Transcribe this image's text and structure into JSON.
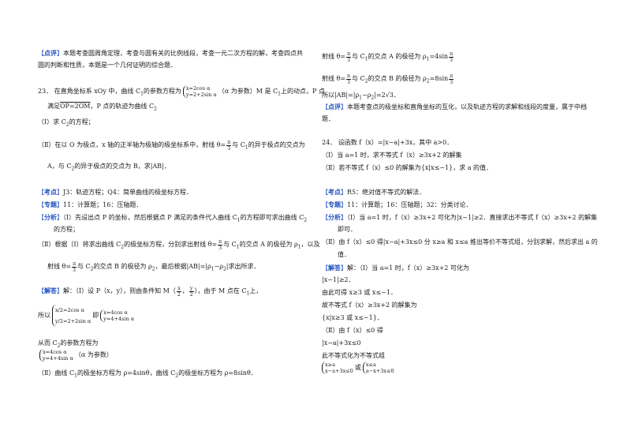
{
  "left": {
    "review_tag": "点评",
    "review_text": "本题考查圆周角定理，考查与圆有关的比例线段，考查一元二次方程的解，考查四点共",
    "review_text2": "圆的判断和性质，本题是一个几何证明的综合题．",
    "q23_text1": "23．  在直角坐标系 xOy 中，曲线 C",
    "q23_sub1": "1",
    "q23_text1b": "的参数方程为",
    "q23_sys1": [
      "x=2cos α",
      "y=2+2sin α"
    ],
    "q23_text1c": "（α 为参数）M 是 C",
    "q23_text1d": "上的动点，P 点",
    "q23_text2a": "满足",
    "q23_vec": "OP=2OM",
    "q23_text2b": "，P 点的轨迹为曲线 C",
    "q23_text2sub": "2",
    "q23_p1": "（Ⅰ）求 C",
    "q23_p1b": "的方程；",
    "q23_p2a": "（Ⅱ）在以 O 为极点，x 轴的正半轴为极轴的极坐标系中，射线 θ=",
    "q23_p2b": "与 C",
    "q23_p2c": "的异于极点的交点为",
    "q23_p3": "A，与 C",
    "q23_p3b": "的异于极点的交点为 B，求|AB|．",
    "kd_tag": "考点",
    "kd_text": "J3：轨迹方程；Q4：简单曲线的极坐标方程．",
    "zt_tag": "专题",
    "zt_text": "11：计算题；16：压轴题．",
    "fx_tag": "分析",
    "fx_text1": "（Ⅰ）先设出点 P 的坐标，然后根据点 P 满足的条件代入曲线 C",
    "fx_text1b": "的方程即可求出曲线 C",
    "fx_text2": "的方程；",
    "fx_text3a": "（Ⅱ）根据（Ⅰ）将求出曲线 C",
    "fx_text3b": "的极坐标方程，分别求出射线 θ=",
    "fx_text3c": "与 C",
    "fx_text3d": "的交点 A 的极径为 ρ",
    "fx_text3e": "，以及",
    "fx_text4a": "射线 θ=",
    "fx_text4b": "与 C",
    "fx_text4c": "的交点 B 的极径为 ρ",
    "fx_text4d": "，最后根据|AB|=|ρ",
    "fx_text4e": "−ρ",
    "fx_text4f": "|求出所求．",
    "jd_tag": "解答",
    "jd_text1a": "解：（Ⅰ）设 P（x，y），则由条件知 M（",
    "jd_text1b": "，",
    "jd_text1c": "），由于 M 点在 C",
    "jd_text1d": "上，",
    "jd_so": "所以",
    "jd_sys2": [
      "x/2=2cos α",
      "y/2=2+2sin α"
    ],
    "jd_ji": "即",
    "jd_sys3": [
      "x=4cos α",
      "y=4+4sin α"
    ],
    "jd_text3": "从而 C",
    "jd_text3b": "的参数方程为",
    "jd_sys4": [
      "x=4cos α",
      "y=4+4sin α"
    ],
    "jd_sys4b": "（α 为参数）",
    "jd_text5a": "（Ⅱ）曲线 C",
    "jd_text5b": "的极坐标方程为 ρ=4sinθ，曲线 C",
    "jd_text5c": "的极坐标方程为 ρ=8sinθ．",
    "pi": "π",
    "three": "3",
    "x": "x",
    "y": "y",
    "two": "2"
  },
  "right": {
    "r1a": "射线 θ=",
    "r1b": "与 C",
    "r1c": "的交点 A 的极径为 ρ",
    "r1d": "=4sin",
    "r2a": "射线 θ=",
    "r2b": "与 C",
    "r2c": "的交点 B 的极径为 ρ",
    "r2d": "=8sin",
    "r3": "所以|AB|=|ρ",
    "r3b": "−ρ",
    "r3c": "|=2√3．",
    "dp_tag": "点评",
    "dp_text1": "本题考查点的极坐标和直角坐标的互化，以及轨迹方程的求解和线段的度量，属于中档",
    "dp_text2": "题．",
    "q24_1": "24．  设函数 f（x）=|x−a|+3x，其中 a>0．",
    "q24_2": "（Ⅰ）当 a=1 时，求不等式 f（x）≥3x+2 的解集",
    "q24_3": "（Ⅱ）若不等式 f（x）≤0 的解集为{x|x≤−1}，求 a 的值．",
    "kd_tag": "考点",
    "kd_text": "R5：绝对值不等式的解法．",
    "zt_tag": "专题",
    "zt_text": "11：计算题；16：压轴题；32：分类讨论．",
    "fx_tag": "分析",
    "fx_1": "（Ⅰ）当 a=1 时，f（x）≥3x+2 可化为|x−1|≥2．直接求出不等式 f（x）≥3x+2 的解集",
    "fx_2": "即可．",
    "fx_3": "（Ⅱ）由 f（x）≤0 得|x−a|+3x≤0 分 x≥a 和 x≤a 推出等价不等式组，分别求解，然后求出 a 的",
    "fx_4": "值．",
    "jd_tag": "解答",
    "jd_1": "解：（Ⅰ）当 a=1 时，f（x）≥3x+2 可化为",
    "jd_2": "|x−1|≥2．",
    "jd_3": "由此可得 x≥3 或 x≤−1．",
    "jd_4": "故不等式 f（x）≥3x+2 的解集为",
    "jd_5": "{x|x≥3 或 x≤−1}．",
    "jd_6": "（Ⅱ）由 f（x）≤0 得",
    "jd_7": "|x−a|+3x≤0",
    "jd_8": "此不等式化为不等式组",
    "jd_sysA": [
      "x≥a",
      "x−a+3x≤0"
    ],
    "jd_or": "或",
    "jd_sysB": [
      "x≤a",
      "a−x+3x≤0"
    ],
    "pi": "π",
    "three": "3",
    "sub1": "1",
    "sub2": "2"
  }
}
